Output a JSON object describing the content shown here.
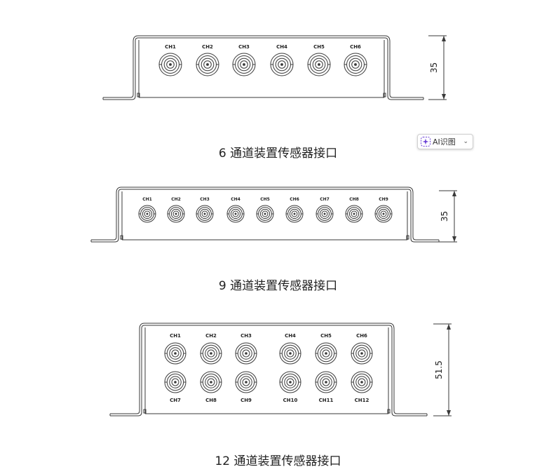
{
  "panels": [
    {
      "caption": "6 通道装置传感器接口",
      "dimension": "35",
      "channels": [
        "CH1",
        "CH2",
        "CH3",
        "CH4",
        "CH5",
        "CH6"
      ]
    },
    {
      "caption": "9 通道装置传感器接口",
      "dimension": "35",
      "channels": [
        "CH1",
        "CH2",
        "CH3",
        "CH4",
        "CH5",
        "CH6",
        "CH7",
        "CH8",
        "CH9"
      ]
    },
    {
      "caption": "12 通道装置传感器接口",
      "dimension": "51.5",
      "channels_top": [
        "CH1",
        "CH2",
        "CH3",
        "CH4",
        "CH5",
        "CH6"
      ],
      "channels_bottom": [
        "CH7",
        "CH8",
        "CH9",
        "CH10",
        "CH11",
        "CH12"
      ]
    }
  ],
  "ai_button": {
    "label": "AI识图",
    "icon": "sparkle-icon",
    "dropdown_icon": "chevron-down-icon"
  },
  "colors": {
    "line": "#3a3a3a",
    "text": "#222222",
    "accent": "#6a3fd6"
  }
}
